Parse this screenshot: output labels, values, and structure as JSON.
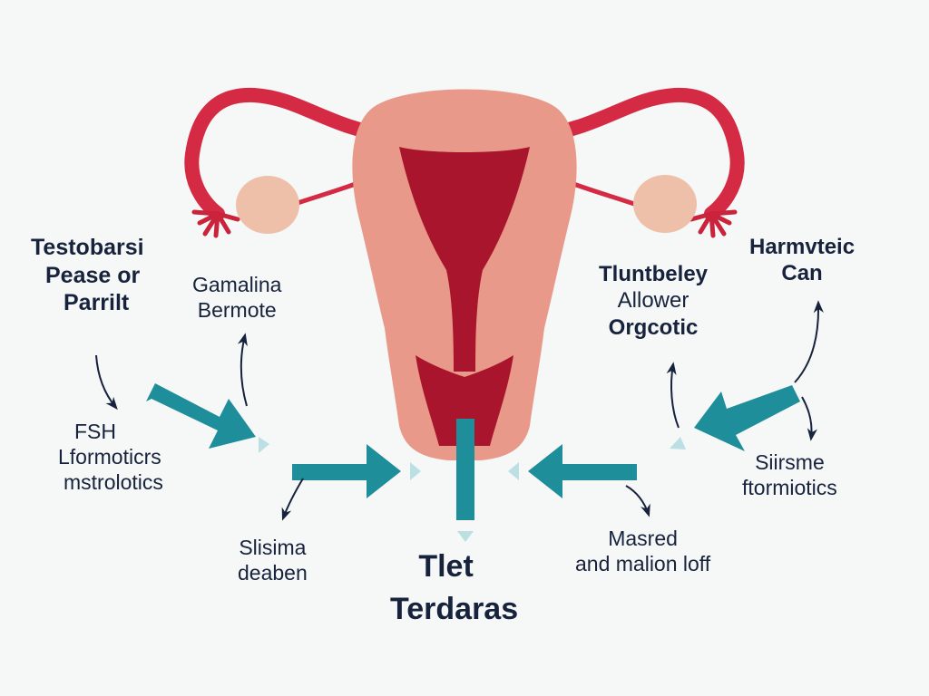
{
  "colors": {
    "background": "#f6f7f7",
    "uterus_pink": "#e9998a",
    "cavity_red": "#a8152c",
    "tube_red": "#d42a43",
    "fimbria_red": "#c9243b",
    "ovary": "#eec0aa",
    "teal_arrow": "#1d8e9a",
    "text_navy": "#17233d"
  },
  "labels": {
    "top_left_bold": [
      "Testobarsi",
      "Pease or",
      "Parrilt"
    ],
    "gamalina": [
      "Gamalina",
      "Bermote"
    ],
    "fsh": [
      "FSH",
      "Lformoticrs",
      "mstrolotics"
    ],
    "slisima": [
      "Slisima",
      "deaben"
    ],
    "bottom_title": [
      "Tlet",
      "Terdaras"
    ],
    "masred": [
      "Masred",
      "and malion loff"
    ],
    "tluntbeley": [
      "Tluntbeley",
      "Allower",
      "Orgcotic"
    ],
    "harmvteic": [
      "Harmvteic",
      "Can"
    ],
    "siirsme": [
      "Siirsme",
      "ftormiotics"
    ]
  }
}
